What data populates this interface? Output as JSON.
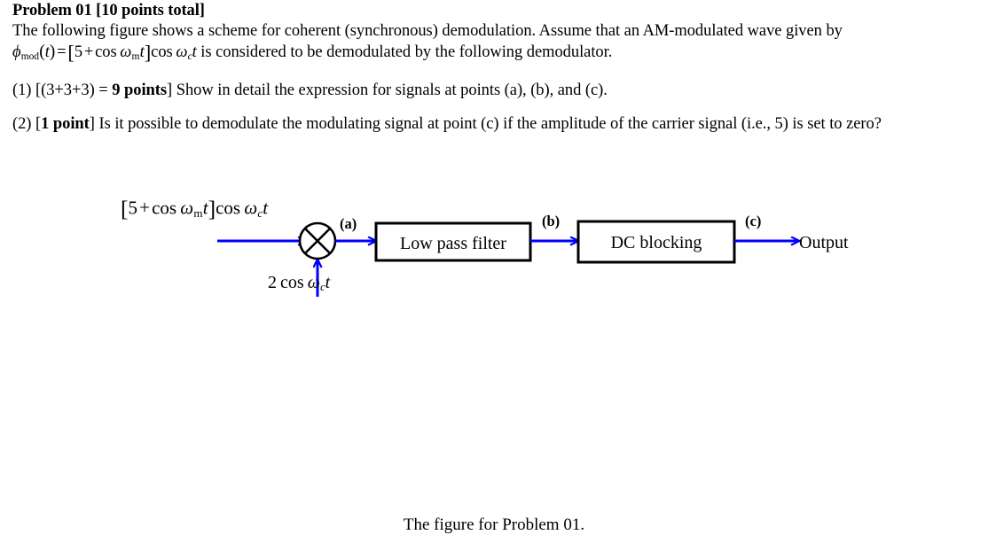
{
  "document": {
    "heading": "Problem 01 [10 points total]",
    "intro": {
      "part1": "The following figure shows a scheme for coherent (synchronous) demodulation. Assume that an AM-modulated wave given by ",
      "formula_plain": "φmod(t) = [5 + cos ωm t] cos ωc t",
      "part2": " is considered to be demodulated by the following demodulator."
    },
    "question1": {
      "number": "(1)",
      "bracket_open": "[(3+3+3) = ",
      "points": "9 points",
      "bracket_close": "]",
      "text": " Show in detail the expression for signals at points (a), (b), and (c)."
    },
    "question2": {
      "number": "(2)",
      "bracket_open": "[",
      "points": "1 point",
      "bracket_close": "]",
      "text": " Is it possible to demodulate the modulating signal at point (c) if the amplitude of the carrier signal (i.e., 5) is set to zero?"
    },
    "caption": "The figure for Problem 01."
  },
  "figure": {
    "input_signal_plain": "[5 + cos ωm t] cos ωc t",
    "local_oscillator_plain": "2 cos ωc t",
    "nodes": {
      "mixer": "multiplier",
      "lowpass_label": "Low pass filter",
      "dcblock_label": "DC blocking"
    },
    "point_labels": {
      "a": "(a)",
      "b": "(b)",
      "c": "(c)"
    },
    "output_label": "Output",
    "colors": {
      "signal_line": "#0000FF",
      "block_outline": "#000000",
      "text": "#000000",
      "background": "#FFFFFF"
    }
  }
}
